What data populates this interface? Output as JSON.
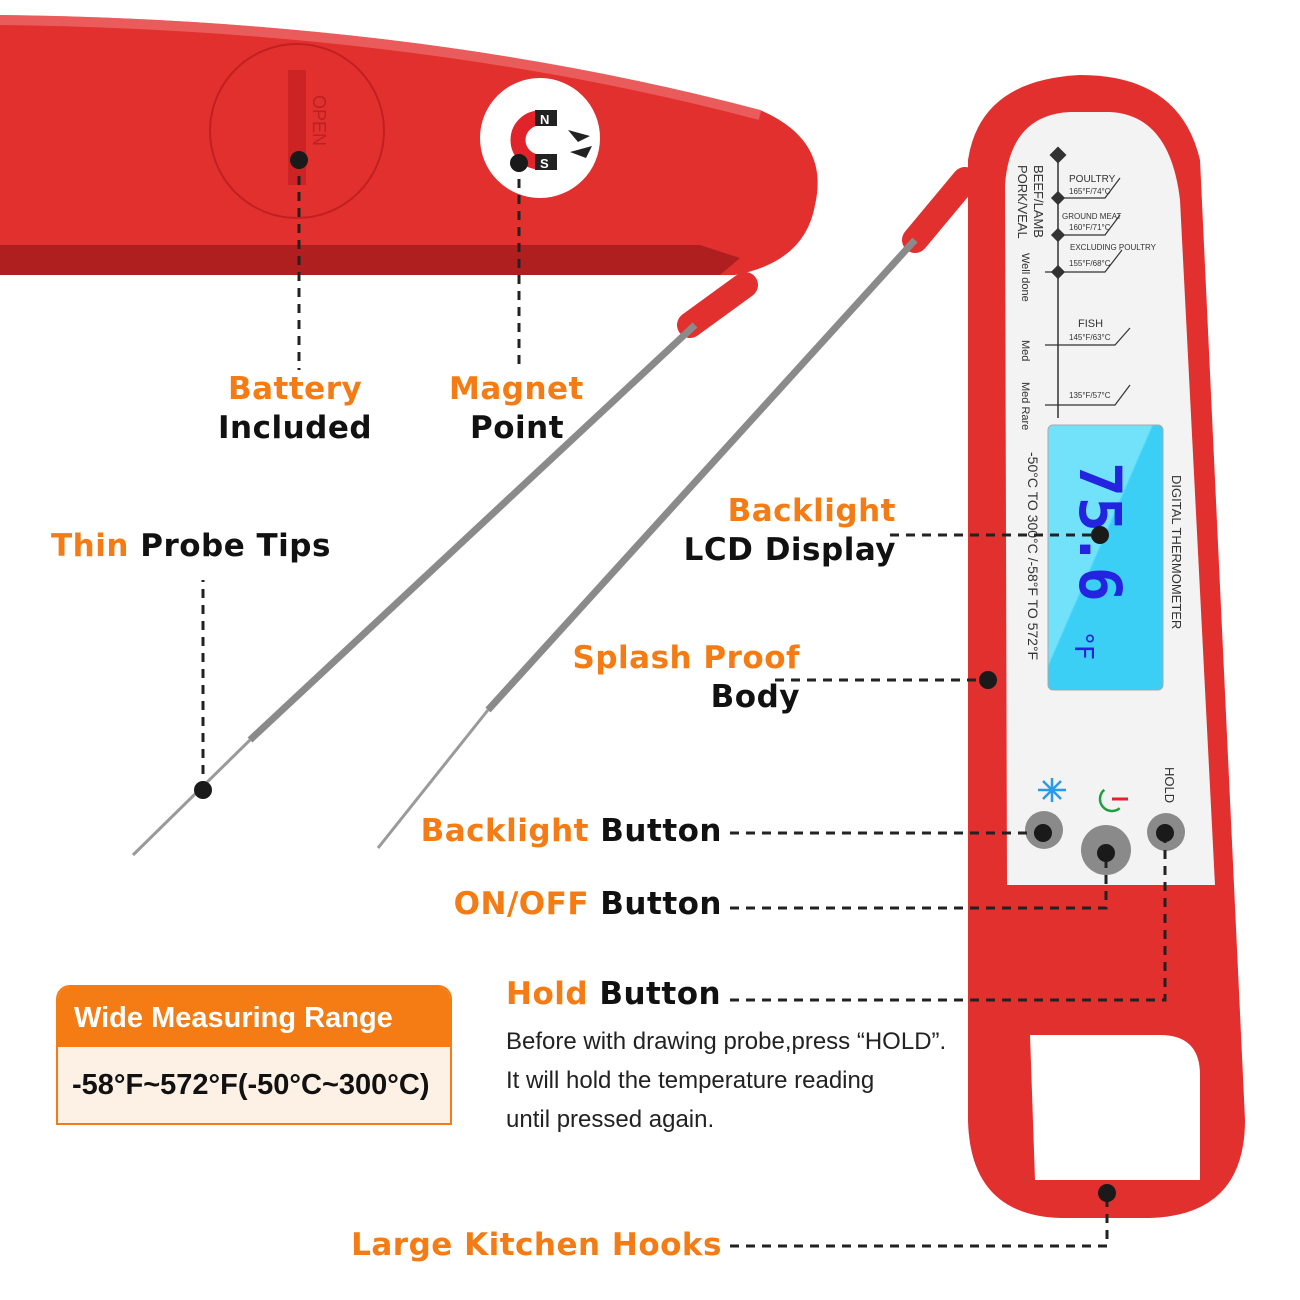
{
  "product": {
    "battery_cover_text": "OPEN",
    "magnet_poles": [
      "N",
      "S"
    ],
    "face": {
      "doneness_labels": [
        "BEEF/LAMB",
        "PORK/VEAL",
        "Well done",
        "Med",
        "Med Rare"
      ],
      "temps": [
        {
          "name": "POULTRY",
          "value": "165°F/74°C"
        },
        {
          "name": "GROUND MEAT",
          "value": "160°F/71°C"
        },
        {
          "name": "EXCLUDING POULTRY",
          "value": "155°F/68°C"
        },
        {
          "name": "FISH",
          "value": "145°F/63°C"
        },
        {
          "name": "",
          "value": "135°F/57°C"
        }
      ],
      "range_text": "-50°C TO 300°C /-58°F TO 572°F",
      "brand_text": "DIGITAL THERMOMETER",
      "lcd_reading": "75.6",
      "lcd_unit": "°F",
      "hold_label": "HOLD",
      "colors": {
        "body": "#e2302f",
        "lcd": "#5fdcf8",
        "lcd_digits": "#2424e0",
        "backlight_icon": "#2a9ae6",
        "power_icon": "#1fa040"
      }
    }
  },
  "callouts": {
    "battery": {
      "orange": "Battery",
      "black": "Included"
    },
    "magnet": {
      "orange": "Magnet",
      "black": "Point"
    },
    "probe": {
      "orange": "Thin",
      "black": "Probe Tips"
    },
    "lcd": {
      "orange": "Backlight",
      "black": "LCD Display"
    },
    "splash": {
      "orange": "Splash Proof",
      "black": "Body"
    },
    "backlight_button": {
      "orange": "Backlight",
      "black": "Button"
    },
    "onoff_button": {
      "orange": "ON/OFF",
      "black": "Button"
    },
    "hold_button": {
      "orange": "Hold",
      "black": "Button"
    },
    "hook": {
      "orange": "Large Kitchen Hooks"
    }
  },
  "hold_description": [
    "Before with drawing probe,press “HOLD”.",
    "It will hold the temperature reading",
    "until pressed again."
  ],
  "range_box": {
    "title": "Wide Measuring Range",
    "value": "-58°F~572°F(-50°C~300°C)"
  },
  "accent_color": "#f57c14"
}
